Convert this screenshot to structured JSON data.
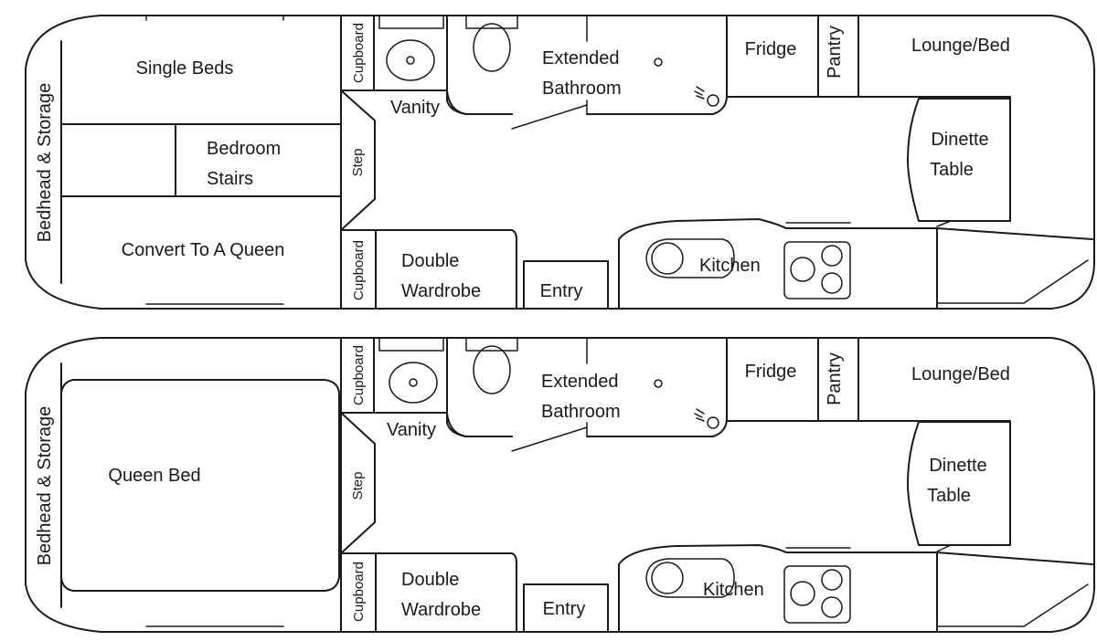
{
  "plans": [
    {
      "labels": {
        "bedhead": "Bedhead & Storage",
        "single_beds": "Single Beds",
        "bedroom_line1": "Bedroom",
        "bedroom_line2": "Stairs",
        "convert": "Convert To A Queen",
        "cupboard_top": "Cupboard",
        "vanity": "Vanity",
        "step": "Step",
        "cupboard_bottom": "Cupboard",
        "wardrobe_line1": "Double",
        "wardrobe_line2": "Wardrobe",
        "entry": "Entry",
        "bathroom_line1": "Extended",
        "bathroom_line2": "Bathroom",
        "fridge": "Fridge",
        "pantry": "Pantry",
        "lounge": "Lounge/Bed",
        "dinette_line1": "Dinette",
        "dinette_line2": "Table",
        "kitchen": "Kitchen"
      }
    },
    {
      "labels": {
        "bedhead": "Bedhead & Storage",
        "queen_bed": "Queen Bed",
        "cupboard_top": "Cupboard",
        "vanity": "Vanity",
        "step": "Step",
        "cupboard_bottom": "Cupboard",
        "wardrobe_line1": "Double",
        "wardrobe_line2": "Wardrobe",
        "entry": "Entry",
        "bathroom_line1": "Extended",
        "bathroom_line2": "Bathroom",
        "fridge": "Fridge",
        "pantry": "Pantry",
        "lounge": "Lounge/Bed",
        "dinette_line1": "Dinette",
        "dinette_line2": "Table",
        "kitchen": "Kitchen"
      }
    }
  ]
}
